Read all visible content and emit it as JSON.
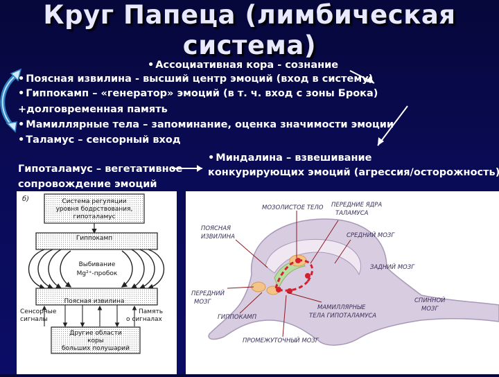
{
  "slide": {
    "title_line1": "Круг Папеца (лимбическая",
    "title_line2": "система)",
    "bullets": {
      "assoc": "Ассоциативная кора - сознание",
      "cingulate": "Поясная извилина - высший центр эмоций (вход в систему)",
      "hippocampus": "Гиппокамп – «генератор» эмоций (в т. ч. вход с зоны Брока)",
      "hippocampus_cont": "+долговременная память",
      "mamillary": "Мамиллярные тела – запоминание, оценка значимости эмоции",
      "thalamus": "Таламус – сенсорный вход",
      "amygdala_1": "Миндалина – взвешивание",
      "amygdala_2": "конкурирующих эмоций (агрессия/осторожность)"
    },
    "hypothalamus_1": "Гипоталамус – вегетативное",
    "hypothalamus_2": "сопровождение эмоций"
  },
  "left_diagram": {
    "label": "б)",
    "box_top": [
      "Система регуляции",
      "уровня бодрствования,",
      "гипоталамус"
    ],
    "box_hippocampus": "Гиппокамп",
    "center": [
      "Выбивание",
      "Mg²⁺-пробок"
    ],
    "box_cingulate": "Поясная извилина",
    "sensory": [
      "Сенсорные",
      "сигналы"
    ],
    "memory": [
      "Память",
      "о сигналах"
    ],
    "box_bottom": [
      "Другие области",
      "коры",
      "больших полушарий"
    ]
  },
  "brain_diagram": {
    "corpus_callosum": "МОЗОЛИСТОЕ ТЕЛО",
    "anterior_nuclei": [
      "ПЕРЕДНИЕ ЯДРА",
      "ТАЛАМУСА"
    ],
    "cingulate": [
      "ПОЯСНАЯ",
      "ИЗВИЛИНА"
    ],
    "midbrain": "СРЕДНИЙ МОЗГ",
    "hindbrain": "ЗАДНИЙ МОЗГ",
    "forebrain": [
      "ПЕРЕДНИЙ",
      "МОЗГ"
    ],
    "spinal": [
      "СПИННОЙ",
      "МОЗГ"
    ],
    "mamillary": [
      "МАМИЛЛЯРНЫЕ",
      "ТЕЛА ГИПОТАЛАМУСА"
    ],
    "hippocampus": "ГИППОКАМП",
    "diencephalon": "ПРОМЕЖУТОЧНЫЙ МОЗГ"
  }
}
